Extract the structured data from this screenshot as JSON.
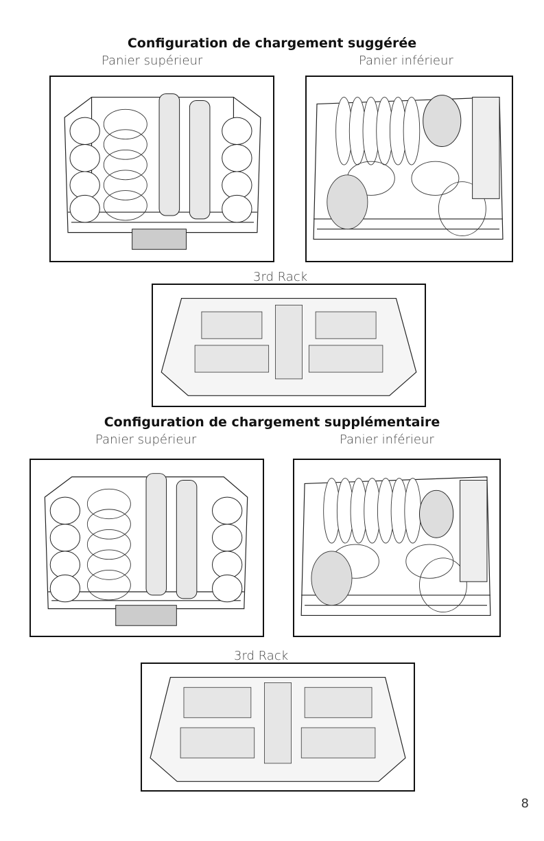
{
  "section_suggested": {
    "title": "Configuration de chargement suggérée",
    "upper_label": "Panier supérieur",
    "lower_label": "Panier inférieur",
    "third_label": "3rd Rack"
  },
  "section_additional": {
    "title": "Configuration de chargement supplémentaire",
    "upper_label": "Panier supérieur",
    "lower_label": "Panier inférieur",
    "third_label": "3rd Rack"
  },
  "page_number": "8"
}
